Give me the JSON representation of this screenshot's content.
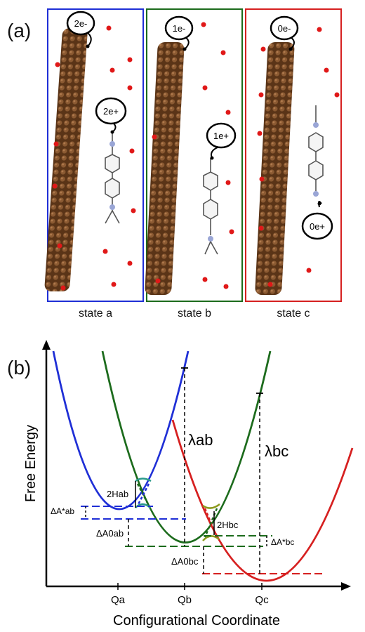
{
  "figure": {
    "panel_a_label": "(a)",
    "panel_b_label": "(b)"
  },
  "panel_a": {
    "states": [
      {
        "caption": "state a",
        "electron_label": "2e-",
        "hole_label": "2e+",
        "frame_color": "#1f2fd6"
      },
      {
        "caption": "state b",
        "electron_label": "1e-",
        "hole_label": "1e+",
        "frame_color": "#1c6b1c"
      },
      {
        "caption": "state c",
        "electron_label": "0e-",
        "hole_label": "0e+",
        "frame_color": "#d62020"
      }
    ]
  },
  "panel_b": {
    "ylabel": "Free Energy",
    "xlabel": "Configurational Coordinate",
    "x_ticks": [
      "Qa",
      "Qb",
      "Qc"
    ],
    "curve_colors": {
      "a": "#1f2fd6",
      "b": "#1c6b1c",
      "c": "#d62020",
      "mix_ab": "#2a9a8a",
      "mix_bc": "#8c9a1c"
    },
    "annotations": {
      "lambda_ab": "λab",
      "lambda_bc": "λbc",
      "two_h_ab": "2Hab",
      "two_h_bc": "2Hbc",
      "delta_a_star_ab": "ΔA*ab",
      "delta_a_zero_ab": "ΔA0ab",
      "delta_a_star_bc": "ΔA*bc",
      "delta_a_zero_bc": "ΔA0bc"
    }
  }
}
